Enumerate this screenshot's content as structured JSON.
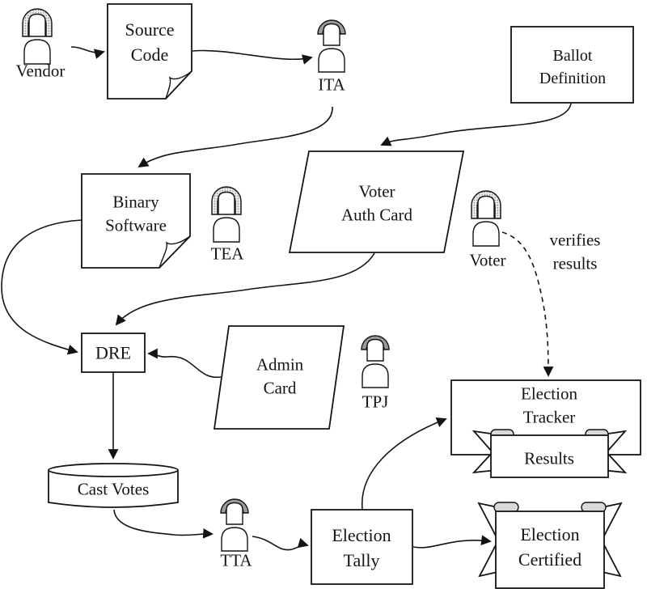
{
  "nodes": {
    "vendor": {
      "label": "Vendor",
      "type": "person"
    },
    "source_code": {
      "label": "Source\nCode",
      "type": "document"
    },
    "ita": {
      "label": "ITA",
      "type": "person"
    },
    "ballot_definition": {
      "label": "Ballot\nDefinition",
      "type": "process-box"
    },
    "binary_software": {
      "label": "Binary\nSoftware",
      "type": "document"
    },
    "tea": {
      "label": "TEA",
      "type": "person"
    },
    "voter_auth_card": {
      "label": "Voter\nAuth Card",
      "type": "card-parallelogram"
    },
    "voter": {
      "label": "Voter",
      "type": "person"
    },
    "dre": {
      "label": "DRE",
      "type": "process-box"
    },
    "admin_card": {
      "label": "Admin\nCard",
      "type": "card-parallelogram"
    },
    "tpj": {
      "label": "TPJ",
      "type": "person"
    },
    "election_tracker": {
      "label": "Election Tracker",
      "type": "process-box"
    },
    "results": {
      "label": "Results",
      "type": "banner"
    },
    "cast_votes": {
      "label": "Cast Votes",
      "type": "database-cylinder"
    },
    "tta": {
      "label": "TTA",
      "type": "person"
    },
    "election_tally": {
      "label": "Election\nTally",
      "type": "process-box"
    },
    "election_certified": {
      "label": "Election\nCertified",
      "type": "banner"
    }
  },
  "annotations": {
    "verifies_results": "verifies\nresults"
  },
  "colors": {
    "stroke": "#141414",
    "background": "#ffffff",
    "male_hair": "#9a9a9a",
    "female_hair_dot": "#808080",
    "banner_curl": "#d9d9d9"
  }
}
